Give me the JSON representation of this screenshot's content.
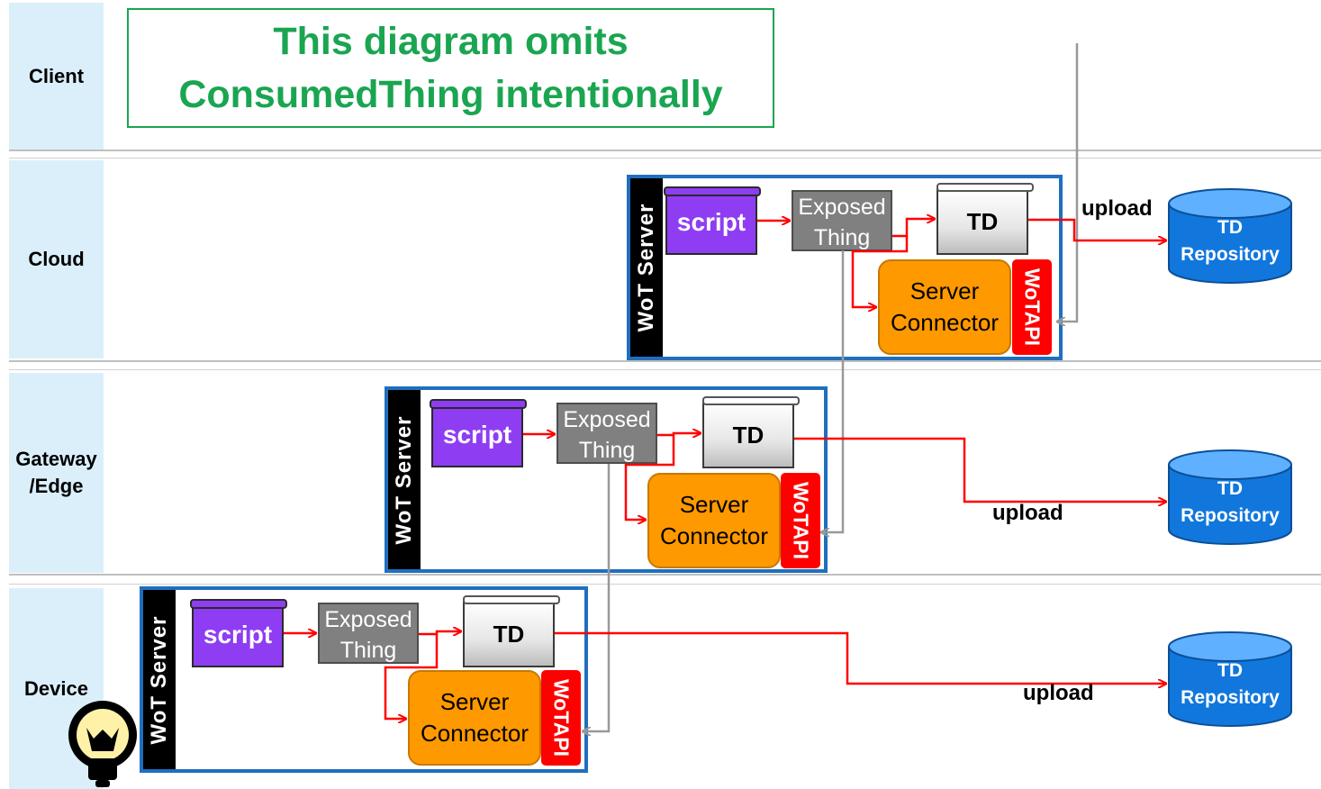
{
  "lanes": {
    "client": "Client",
    "cloud": "Cloud",
    "gateway": "Gateway\n/Edge",
    "device": "Device"
  },
  "note": "This diagram omits ConsumedThing intentionally",
  "server_title": "WoT Server",
  "script_label": "script",
  "exposed_label": "Exposed Thing",
  "td_label": "TD",
  "connector_label": "Server Connector",
  "wotapi_label": "WoTAPI",
  "repo_line1": "TD",
  "repo_line2": "Repository",
  "upload_label": "upload",
  "colors": {
    "arrow_red": "#ff0000",
    "connector_gray": "#999999",
    "server_border": "#1f6fbf",
    "repository": "#1177dd",
    "note_green": "#1aa551",
    "lane_bg": "#dbeffb"
  },
  "icons": [
    "lightbulb-icon"
  ]
}
